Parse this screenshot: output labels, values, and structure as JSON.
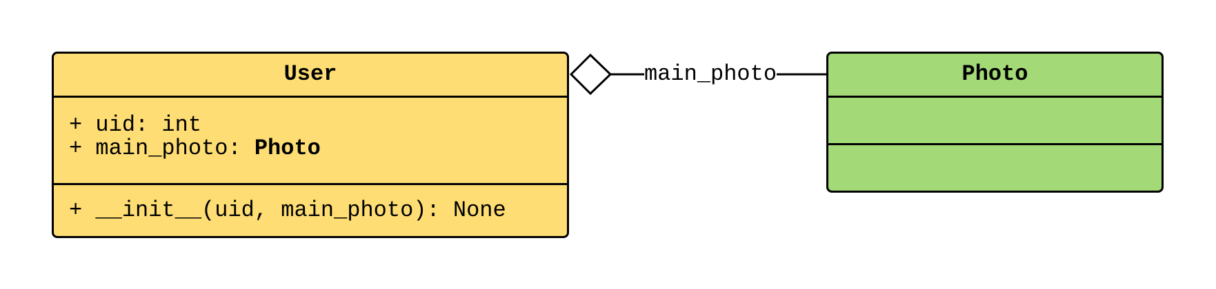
{
  "classes": {
    "user": {
      "name": "User",
      "color": "#fddd74",
      "attributes": [
        {
          "text": "+ uid: int"
        },
        {
          "prefix": "+ main_photo: ",
          "type": "Photo"
        }
      ],
      "methods": [
        "+ __init__(uid, main_photo): None"
      ]
    },
    "photo": {
      "name": "Photo",
      "color": "#a3d977",
      "attributes": [],
      "methods": []
    }
  },
  "relation": {
    "type": "aggregation",
    "label": "main_photo",
    "from": "User",
    "to": "Photo"
  }
}
